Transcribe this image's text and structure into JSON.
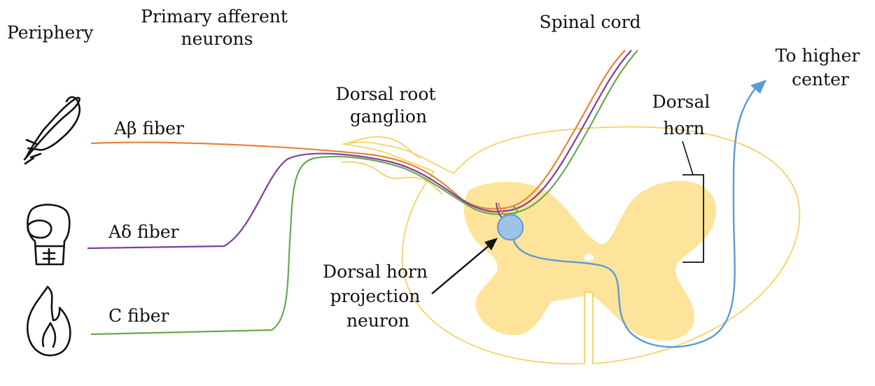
{
  "labels": {
    "periphery": "Periphery",
    "primary_afferent": [
      "Primary afferent",
      "neurons"
    ],
    "spinal_cord": "Spinal cord",
    "to_higher_center": [
      "To higher",
      "center"
    ],
    "dorsal_root_ganglion": [
      "Dorsal root",
      "ganglion"
    ],
    "dorsal_horn": [
      "Dorsal",
      "horn"
    ],
    "projection_neuron": [
      "Dorsal horn",
      "projection",
      "neuron"
    ],
    "fibers": {
      "a_beta": "Aβ fiber",
      "a_delta": "Aδ fiber",
      "c": "C fiber"
    }
  },
  "icons": {
    "touch": "feather-icon",
    "pressure": "boxing-glove-icon",
    "heat": "flame-icon"
  },
  "colors": {
    "a_beta": "#e8823a",
    "a_delta": "#7b3fa0",
    "c": "#6aa84f",
    "projection": "#5b9bd5",
    "gray_matter": "#fde49a",
    "cord_outline": "#f5d262"
  }
}
